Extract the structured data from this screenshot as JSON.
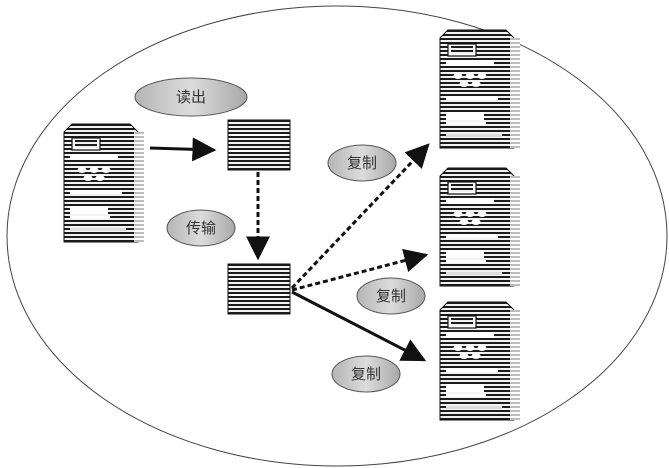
{
  "diagram": {
    "labels": {
      "read": "读出",
      "transfer": "传输",
      "copy_top": "复制",
      "copy_middle": "复制",
      "copy_bottom": "复制"
    },
    "devices": {
      "source": "inverter-source",
      "targets": [
        "inverter-target-1",
        "inverter-target-2",
        "inverter-target-3"
      ]
    },
    "colors": {
      "outline": "#333333",
      "device_dark": "#1c1c1c",
      "device_light": "#f2f2f2",
      "label_fill": "#c9c9c9"
    }
  }
}
